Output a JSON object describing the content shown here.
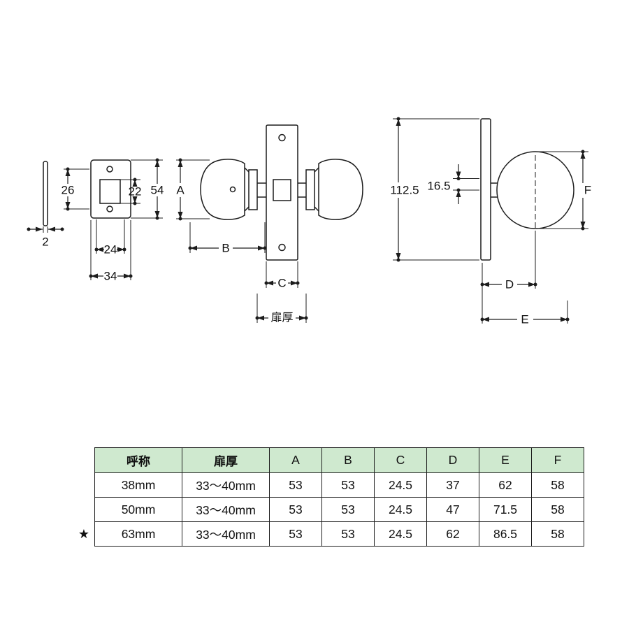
{
  "drawings": {
    "latch_plate": {
      "dim_2": "2",
      "dim_26": "26",
      "dim_22": "22",
      "dim_54": "54",
      "dim_24": "24",
      "dim_34": "34"
    },
    "side_view": {
      "dim_a": "A",
      "dim_b": "B",
      "dim_c": "C",
      "door_thickness_label": "扉厚"
    },
    "front_view": {
      "dim_112_5": "112.5",
      "dim_16_5": "16.5",
      "dim_f": "F",
      "dim_d": "D",
      "dim_e": "E"
    }
  },
  "table": {
    "header_bg": "#cfe9cf",
    "headers": [
      "呼称",
      "扉厚",
      "A",
      "B",
      "C",
      "D",
      "E",
      "F"
    ],
    "rows": [
      {
        "star": "",
        "cells": [
          "38mm",
          "33〜40mm",
          "53",
          "53",
          "24.5",
          "37",
          "62",
          "58"
        ]
      },
      {
        "star": "",
        "cells": [
          "50mm",
          "33〜40mm",
          "53",
          "53",
          "24.5",
          "47",
          "71.5",
          "58"
        ]
      },
      {
        "star": "★",
        "cells": [
          "63mm",
          "33〜40mm",
          "53",
          "53",
          "24.5",
          "62",
          "86.5",
          "58"
        ]
      }
    ]
  }
}
